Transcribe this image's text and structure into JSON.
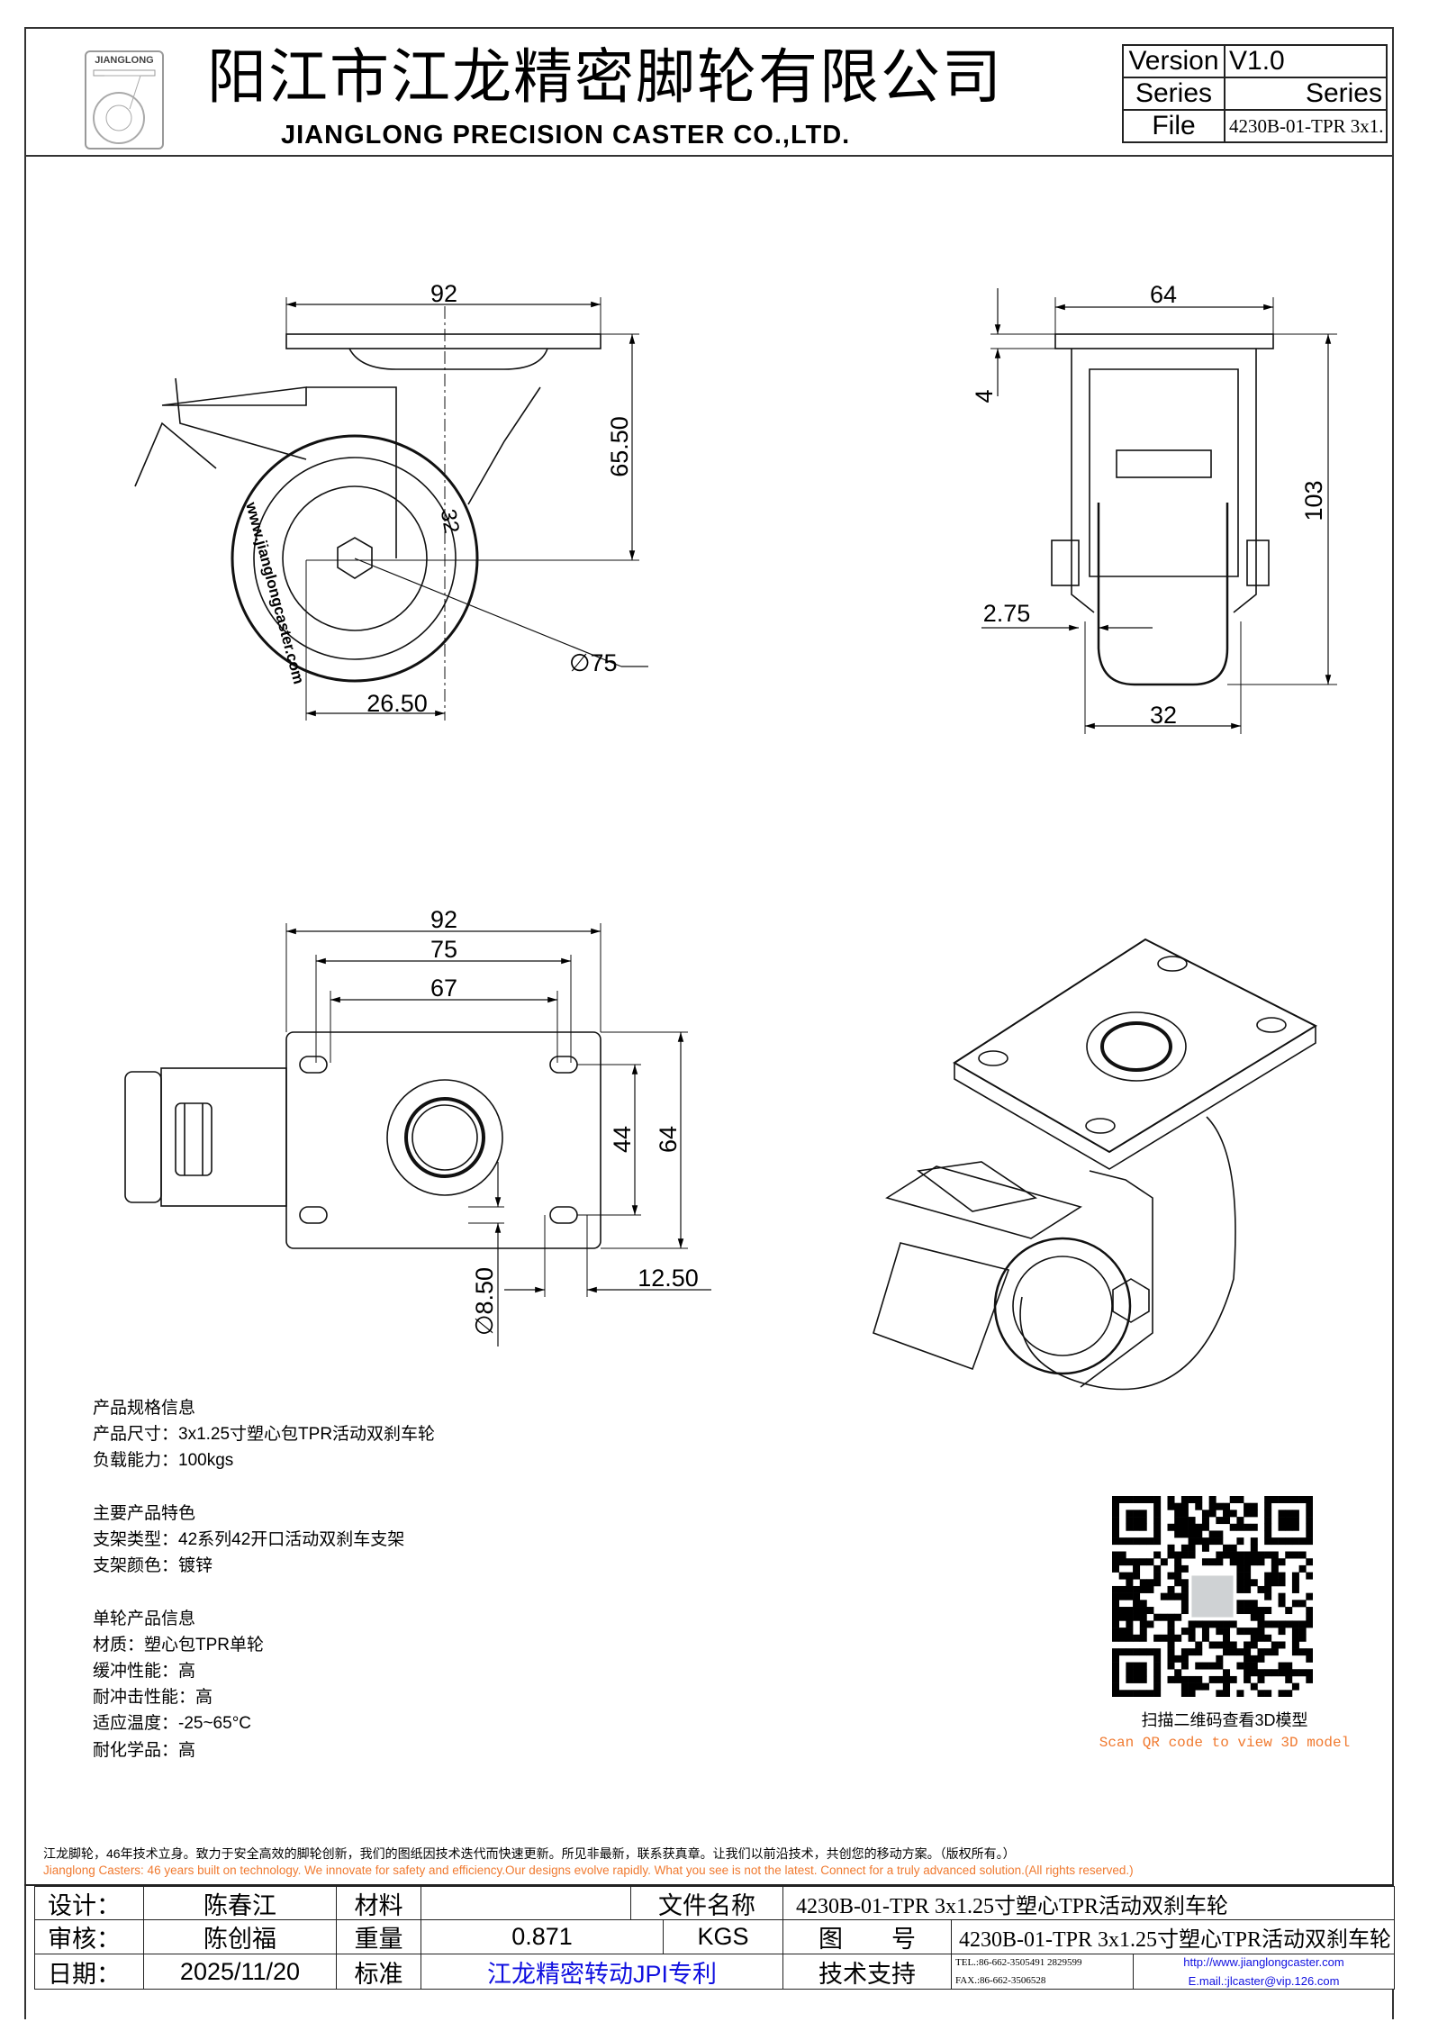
{
  "header": {
    "logo_text": "JIANGLONG",
    "company_cn": "阳江市江龙精密脚轮有限公司",
    "company_en": "JIANGLONG PRECISION CASTER CO.,LTD."
  },
  "version_table": {
    "version_label": "Version",
    "version_value": "V1.0",
    "series_label": "Series",
    "series_value": "Series",
    "file_label": "File",
    "file_value": "4230B-01-TPR 3x1."
  },
  "dimensions": {
    "side_view": {
      "width": "92",
      "height": "65.50",
      "offset": "26.50",
      "diameter": "∅75",
      "tread": "32",
      "wheel_text": "www.jianglongcaster.com"
    },
    "front_view": {
      "width": "64",
      "plate": "4",
      "height": "103",
      "gap": "2.75",
      "wheel_width": "32"
    },
    "top_view": {
      "overall": "92",
      "holes_outer": "75",
      "holes_inner": "67",
      "holes_y": "44",
      "plate_y": "64",
      "slot_len": "12.50",
      "slot_dia": "∅8.50"
    }
  },
  "specs": [
    "产品规格信息",
    "产品尺寸：3x1.25寸塑心包TPR活动双刹车轮",
    "负载能力：100kgs",
    "",
    "主要产品特色",
    "支架类型：42系列42开口活动双刹车支架",
    "支架颜色：镀锌",
    "",
    "单轮产品信息",
    "材质：塑心包TPR单轮",
    "缓冲性能：高",
    "耐冲击性能：高",
    "适应温度：-25~65°C",
    "耐化学品：高"
  ],
  "qr": {
    "caption_cn": "扫描二维码查看3D模型",
    "caption_en": "Scan QR code to view 3D model"
  },
  "footer": {
    "note_cn": "江龙脚轮，46年技术立身。致力于安全高效的脚轮创新，我们的图纸因技术迭代而快速更新。所见非最新，联系获真章。让我们以前沿技术，共创您的移动方案。（版权所有。）",
    "note_en": "Jianglong Casters: 46 years built on technology. We innovate for safety and efficiency.Our designs evolve rapidly. What you see is not the latest. Connect for a truly advanced solution.(All rights reserved.)",
    "design_label": "设计：",
    "designer": "陈春江",
    "material_label": "材料",
    "material": "",
    "filename_label": "文件名称",
    "filename": "4230B-01-TPR 3x1.25寸塑心TPR活动双刹车轮",
    "review_label": "审核：",
    "reviewer": "陈创福",
    "weight_label": "重量",
    "weight": "0.871",
    "weight_unit": "KGS",
    "drawing_no_label": "图　　号",
    "drawing_no": "4230B-01-TPR 3x1.25寸塑心TPR活动双刹车轮",
    "date_label": "日期：",
    "date": "2025/11/20",
    "standard_label": "标准",
    "standard": "江龙精密转动JPI专利",
    "support_label": "技术支持",
    "tel": "TEL.:86-662-3505491 2829599",
    "fax": "FAX.:86-662-3506528",
    "website": "http://www.jianglongcaster.com",
    "email": "E.mail.:jlcaster@vip.126.com"
  }
}
